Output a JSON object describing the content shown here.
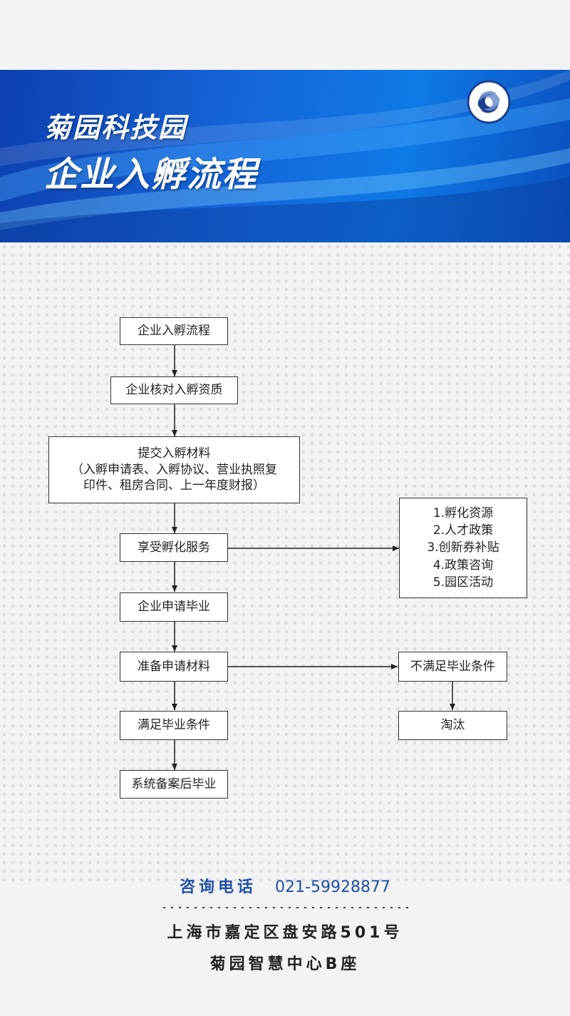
{
  "header": {
    "title": "菊园科技园",
    "subtitle": "企业入孵流程"
  },
  "colors": {
    "banner_blue": "#1565d8",
    "contact_blue": "#1f4fa8",
    "box_border": "#333333"
  },
  "flow": {
    "start": "企业入孵流程",
    "verify": "企业核对入孵资质",
    "submit": {
      "line1": "提交入孵材料",
      "line2": "（入孵申请表、入孵协议、营业执照复",
      "line3": "印件、租房合同、上一年度财报）"
    },
    "service": "享受孵化服务",
    "service_list": [
      "1.孵化资源",
      "2.人才政策",
      "3.创新券补贴",
      "4.政策咨询",
      "5.园区活动"
    ],
    "apply": "企业申请毕业",
    "prepare": "准备申请材料",
    "meet": "满足毕业条件",
    "graduate": "系统备案后毕业",
    "not_meet": "不满足毕业条件",
    "eliminate": "淘汰"
  },
  "contact": {
    "label": "咨询电话",
    "phone": "021-59928877"
  },
  "address": {
    "line1": "上海市嘉定区盘安路501号",
    "line2": "菊园智慧中心B座"
  }
}
